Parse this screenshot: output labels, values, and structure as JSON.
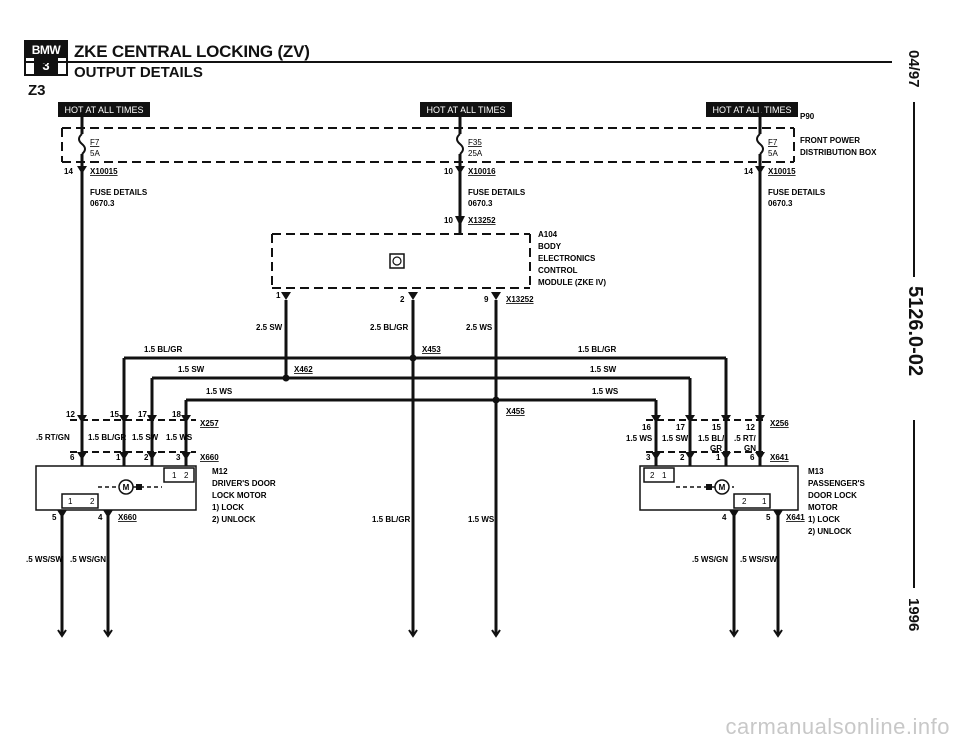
{
  "header": {
    "logo_top": "BMW",
    "logo_bottom": "3",
    "title": "ZKE CENTRAL LOCKING (ZV)",
    "subtitle": "OUTPUT DETAILS",
    "model": "Z3"
  },
  "side": {
    "date": "04/97",
    "page": "5126.0-02",
    "year": "1996"
  },
  "hot_label": "HOT AT ALL TIMES",
  "power_box": {
    "id": "P90",
    "line1": "FRONT POWER",
    "line2": "DISTRIBUTION BOX"
  },
  "fuses": {
    "left": {
      "name": "F7",
      "rating": "5A",
      "pin": "14",
      "connector": "X10015",
      "details1": "FUSE DETAILS",
      "details2": "0670.3"
    },
    "center": {
      "name": "F35",
      "rating": "25A",
      "pin": "10",
      "connector": "X10016",
      "details1": "FUSE DETAILS",
      "details2": "0670.3"
    },
    "right": {
      "name": "F7",
      "rating": "5A",
      "pin": "14",
      "connector": "X10015",
      "details1": "FUSE DETAILS",
      "details2": "0670.3"
    }
  },
  "module": {
    "id": "A104",
    "line1": "BODY",
    "line2": "ELECTRONICS",
    "line3": "CONTROL",
    "line4": "MODULE (ZKE IV)",
    "in_pin": "10",
    "in_connector": "X13252",
    "pin1": "1",
    "pin2": "2",
    "pin9": "9",
    "out_connector": "X13252"
  },
  "wires": {
    "w25sw": "2.5 SW",
    "w25blgr": "2.5 BL/GR",
    "w25ws": "2.5 WS",
    "blgr_left": "1.5 BL/GR",
    "blgr_right": "1.5 BL/GR",
    "sw_left": "1.5 SW",
    "sw_right": "1.5 SW",
    "ws_left": "1.5 WS",
    "ws_right": "1.5 WS",
    "x453": "X453",
    "x462": "X462",
    "x455": "X455",
    "bottom_blgr": "1.5 BL/GR",
    "bottom_ws": "1.5 WS"
  },
  "left_connector": {
    "id": "X257",
    "p12": "12",
    "p15": "15",
    "p17": "17",
    "p18": "18",
    "w1": ".5 RT/GN",
    "w2": "1.5 BL/GR",
    "w3": "1.5 SW",
    "w4": "1.5 WS",
    "p6": "6",
    "p1": "1",
    "p2": "2",
    "p3": "3",
    "x660": "X660"
  },
  "left_motor": {
    "id": "M12",
    "line1": "DRIVER'S DOOR",
    "line2": "LOCK MOTOR",
    "lock": "1)  LOCK",
    "unlock": "2)  UNLOCK",
    "s1": "1",
    "s2": "2",
    "k1": "1",
    "k2": "2",
    "p5": "5",
    "p4": "4",
    "x660b": "X660",
    "w_sw": ".5 WS/SW",
    "w_gn": ".5 WS/GN"
  },
  "right_connector": {
    "id": "X256",
    "p16": "16",
    "p17": "17",
    "p15": "15",
    "p12": "12",
    "w1": "1.5 WS",
    "w2": "1.5 SW",
    "w3a": "1.5 BL/",
    "w3b": "GR",
    "w4a": ".5 RT/",
    "w4b": "GN",
    "p3": "3",
    "p2": "2",
    "p1": "1",
    "p6": "6",
    "x641": "X641"
  },
  "right_motor": {
    "id": "M13",
    "line1": "PASSENGER'S",
    "line2": "DOOR LOCK",
    "line3": "MOTOR",
    "lock": "1)  LOCK",
    "unlock": "2)  UNLOCK",
    "s1": "1",
    "s2": "2",
    "k1": "1",
    "k2": "2",
    "p4": "4",
    "p5": "5",
    "x641b": "X641",
    "w_gn": ".5 WS/GN",
    "w_sw": ".5 WS/SW"
  },
  "watermark": "carmanualsonline.info"
}
